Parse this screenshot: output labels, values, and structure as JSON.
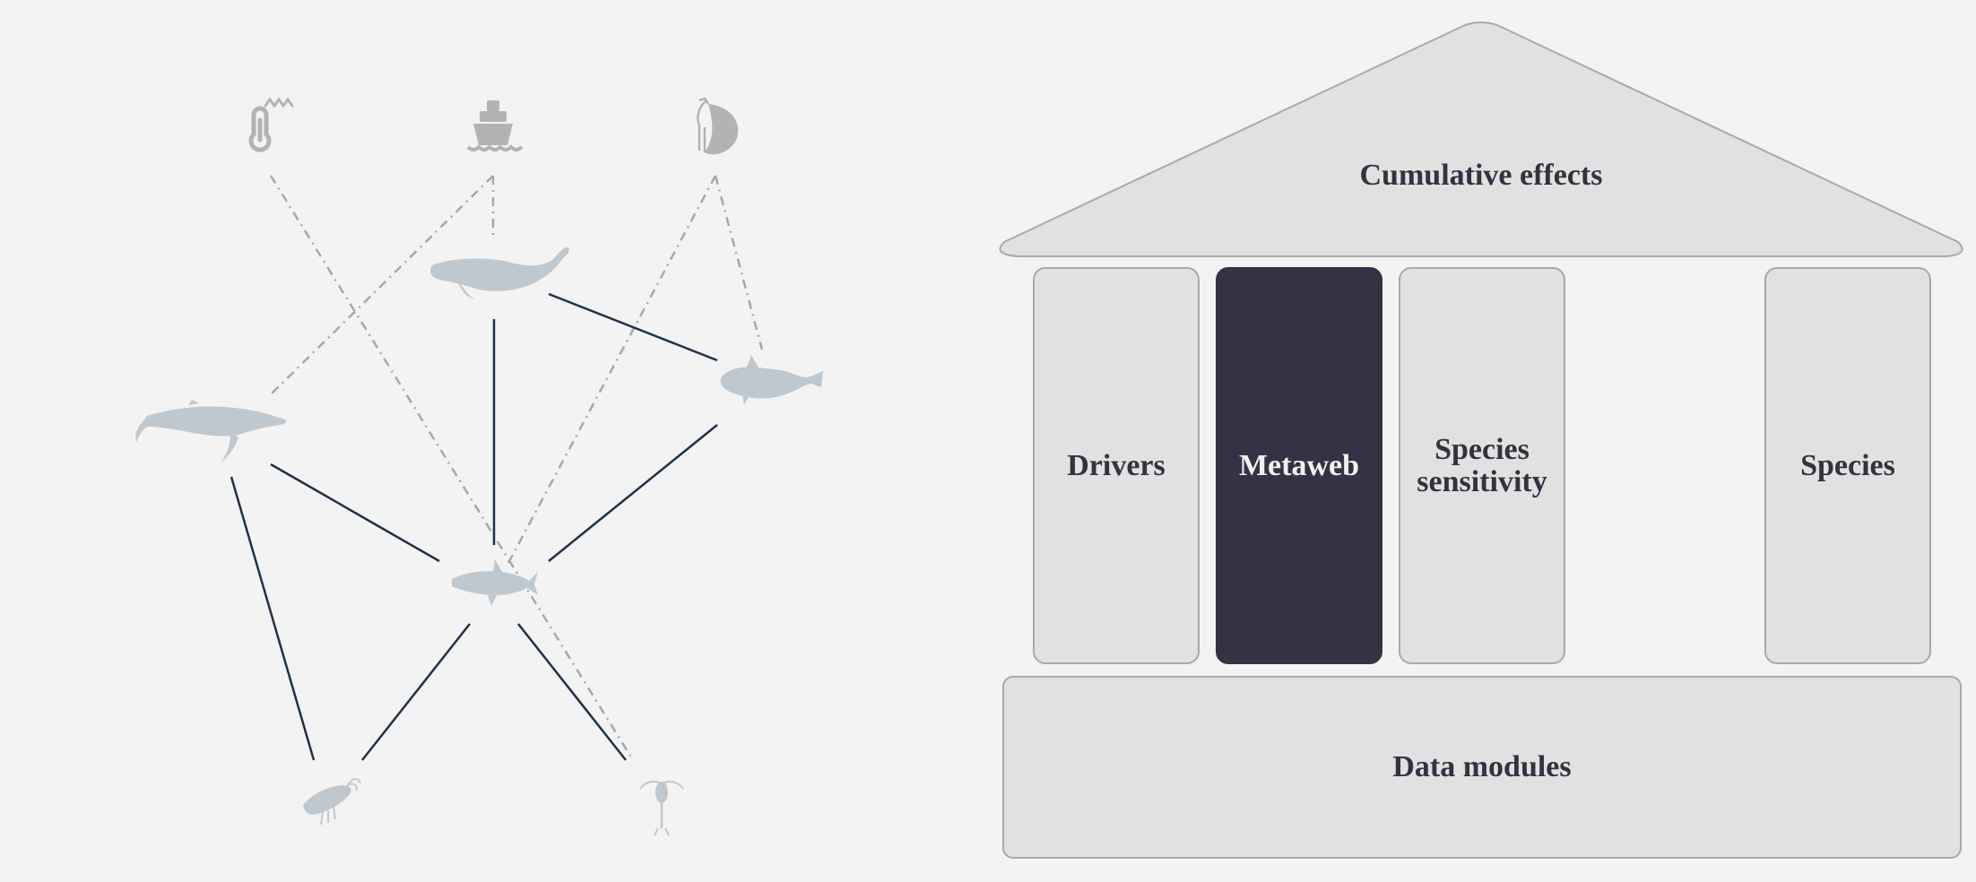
{
  "temple": {
    "roof_label": "Cumulative effects",
    "pillars": [
      {
        "id": "drivers",
        "label": "Drivers",
        "highlighted": false
      },
      {
        "id": "metaweb",
        "label": "Metaweb",
        "highlighted": true
      },
      {
        "id": "species-sensitivity",
        "label": "Species sensitivity",
        "highlighted": false
      },
      {
        "id": "species",
        "label": "Species",
        "highlighted": false
      }
    ],
    "base_label": "Data modules"
  },
  "colors": {
    "background": "#f3f3f3",
    "panel_fill": "#e1e1e1",
    "panel_border": "#a9a9a9",
    "highlight_fill": "#343244",
    "text_dark": "#33323f",
    "text_light": "#f1f1f1",
    "trophic_link": "#1f3149",
    "driver_link": "#a8a8a8",
    "species_icon": "#c0c8cf",
    "driver_icon": "#b3b3b3"
  },
  "network": {
    "drivers": [
      {
        "id": "temperature",
        "icon": "thermometer-icon"
      },
      {
        "id": "shipping",
        "icon": "ship-icon"
      },
      {
        "id": "fishing",
        "icon": "fishing-icon"
      }
    ],
    "species": [
      {
        "id": "beluga",
        "icon": "beluga-icon"
      },
      {
        "id": "cod",
        "icon": "cod-icon"
      },
      {
        "id": "right-whale",
        "icon": "whale-icon"
      },
      {
        "id": "capelin",
        "icon": "capelin-icon"
      },
      {
        "id": "krill",
        "icon": "krill-icon"
      },
      {
        "id": "copepod",
        "icon": "copepod-icon"
      }
    ],
    "trophic_links": [
      [
        "beluga",
        "capelin"
      ],
      [
        "beluga",
        "cod"
      ],
      [
        "cod",
        "capelin"
      ],
      [
        "right-whale",
        "capelin"
      ],
      [
        "right-whale",
        "krill"
      ],
      [
        "capelin",
        "krill"
      ],
      [
        "capelin",
        "copepod"
      ]
    ],
    "driver_links": [
      [
        "temperature",
        "copepod"
      ],
      [
        "shipping",
        "beluga"
      ],
      [
        "shipping",
        "right-whale"
      ],
      [
        "fishing",
        "cod"
      ],
      [
        "fishing",
        "capelin"
      ]
    ]
  }
}
